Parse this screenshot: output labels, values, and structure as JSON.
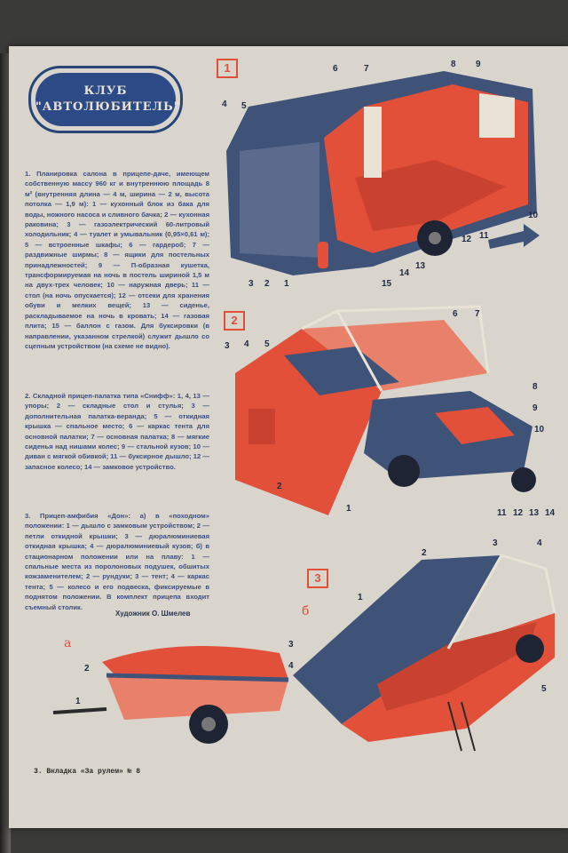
{
  "header": {
    "line1": "КЛУБ",
    "line2": "\"АВТОЛЮБИТЕЛЬ\""
  },
  "captions": [
    "1. Планировка салона в прицепе-даче, имеющем собственную массу 960 кг и внутреннюю площадь 8 м² (внутренняя длина — 4 м, ширина — 2 м, высота потолка — 1,9 м): 1 — кухонный блок из бака для воды, ножного насоса и сливного бачка; 2 — кухонная раковина; 3 — газоэлектрический 60-литровый холодильник; 4 — туалет и умывальник (0,95×0,61 м); 5 — встроенные шкафы; 6 — гардероб; 7 — раздвижные ширмы; 8 — ящики для постельных принадлежностей; 9 — П-образная кушетка, трансформируемая на ночь в постель шириной 1,5 м на двух-трех человек; 10 — наружная дверь; 11 — стол (на ночь опускается); 12 — отсеки для хранения обуви и мелких вещей; 13 — сиденье, раскладываемое на ночь в кровать; 14 — газовая плита; 15 — баллон с газом. Для буксировки (в направлении, указанном стрелкой) служит дышло со сцепным устройством (на схеме не видно).",
    "2. Складной прицеп-палатка типа «Снифф»: 1, 4, 13 — упоры; 2 — складные стол и стулья; 3 — дополнительная палатка-веранда; 5 — откидная крышка — спальное место; 6 — каркас тента для основной палатки; 7 — основная палатка; 8 — мягкие сиденья над нишами колес; 9 — стальной кузов; 10 — диван с мягкой обивкой; 11 — буксирное дышло; 12 — запасное колесо; 14 — замковое устройство.",
    "3. Прицеп-амфибия «Дон»: а) в «походном» положении: 1 — дышло с замковым устройством; 2 — петли откидной крышки; 3 — дюралюминиевая откидная крышка; 4 — дюралюминиевый кузов; б) в стационарном положении или на плаву: 1 — спальные места из поролоновых подушек, обшитых кожзаменителем; 2 — рундуки; 3 — тент; 4 — каркас тента; 5 — колесо и его подвеска, фиксируемые в поднятом положении. В комплект прицепа входит съемный столик."
  ],
  "credit": "Художник О. Шмелев",
  "footer": "3. Вкладка «За рулем» № 8",
  "figures": {
    "fig1": {
      "number": "1",
      "labels": [
        "1",
        "2",
        "3",
        "4",
        "5",
        "6",
        "7",
        "8",
        "9",
        "10",
        "11",
        "12",
        "13",
        "14",
        "15"
      ]
    },
    "fig2": {
      "number": "2",
      "labels": [
        "1",
        "2",
        "3",
        "4",
        "5",
        "6",
        "7",
        "8",
        "9",
        "10",
        "11",
        "12",
        "13",
        "14"
      ]
    },
    "fig3": {
      "number": "3",
      "sub_a": "а",
      "sub_b": "б",
      "labels_a": [
        "1",
        "2",
        "3",
        "4"
      ],
      "labels_b": [
        "1",
        "2",
        "3",
        "4",
        "5"
      ]
    }
  },
  "colors": {
    "red": "#e2503a",
    "blue": "#3f5277",
    "paper": "#d9d5cd"
  }
}
